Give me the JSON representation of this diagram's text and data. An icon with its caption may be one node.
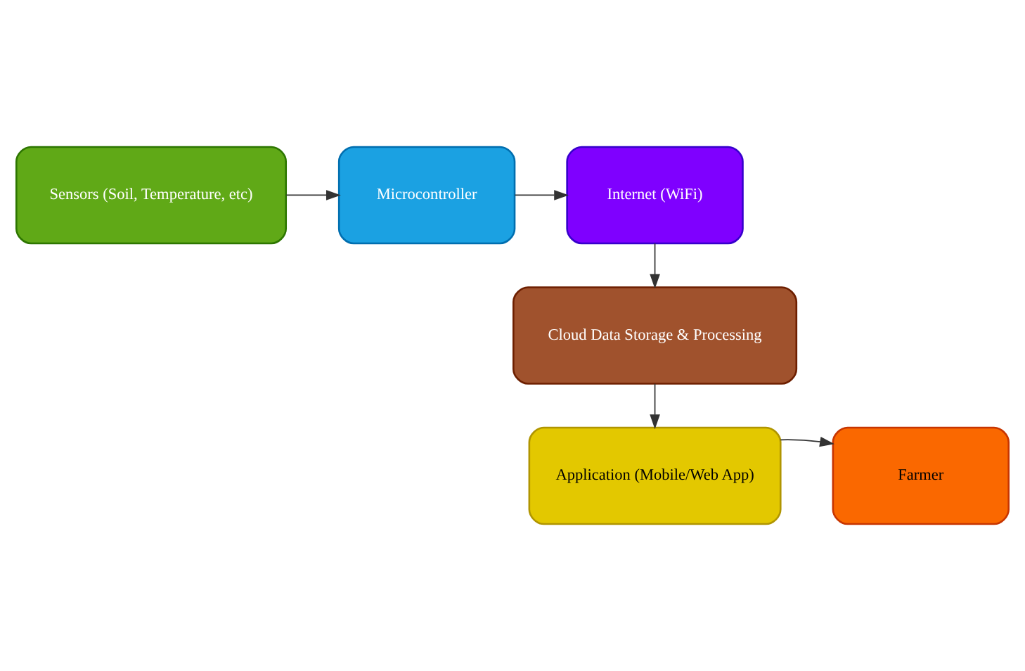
{
  "diagram": {
    "nodes": [
      {
        "text": [
          "Sensors (Soil, Temperature, etc)"
        ]
      },
      {
        "text": [
          "Microcontroller"
        ]
      },
      {
        "text": [
          "Internet (WiFi)"
        ]
      },
      {
        "text": [
          "Cloud Data Storage & Processing"
        ]
      },
      {
        "text": [
          "Application (Mobile/Web App)"
        ]
      },
      {
        "text": [
          "Farmer"
        ]
      }
    ],
    "edges": [
      {
        "from": 0,
        "to": 1,
        "arrow": "to"
      },
      {
        "from": 1,
        "to": 2,
        "arrow": "to"
      },
      {
        "from": 2,
        "to": 3,
        "arrow": "to"
      },
      {
        "from": 3,
        "to": 4,
        "arrow": "to"
      },
      {
        "from": 4,
        "to": 5,
        "arrow": "to"
      }
    ]
  }
}
